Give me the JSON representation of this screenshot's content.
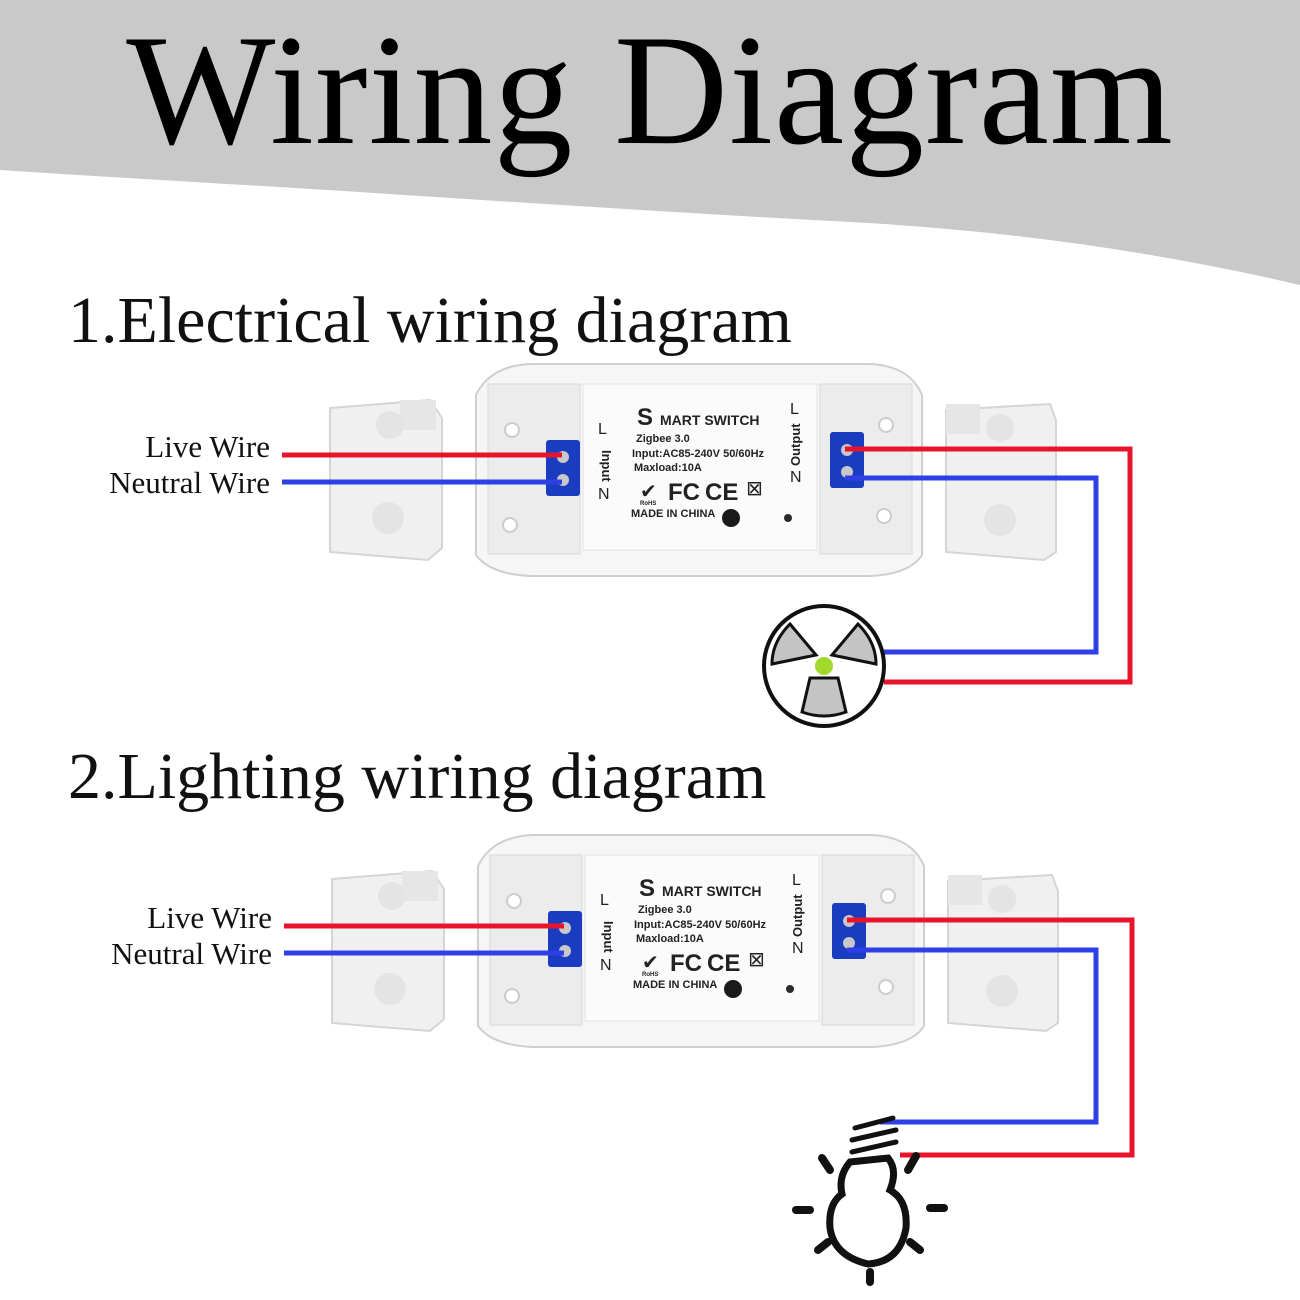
{
  "title": "Wiring Diagram",
  "colors": {
    "header_bg": "#c9c9c9",
    "live_wire": "#e8142c",
    "neutral_wire": "#2f3fe6",
    "device_body": "#f4f4f4"
  },
  "sections": [
    {
      "title": "1.Electrical wiring diagram",
      "labels": {
        "live": "Live Wire",
        "neutral": "Neutral Wire"
      },
      "load": "fan-icon"
    },
    {
      "title": "2.Lighting wiring diagram",
      "labels": {
        "live": "Live Wire",
        "neutral": "Neutral Wire"
      },
      "load": "light-bulb-icon"
    }
  ],
  "device": {
    "brand_initial": "S",
    "brand_rest": "MART SWITCH",
    "protocol": "Zigbee 3.0",
    "input": "Input:AC85-240V 50/60Hz",
    "maxload": "Maxload:10A",
    "origin": "MADE IN CHINA",
    "cert_rohs": "RoHS",
    "cert_fc": "FC",
    "cert_ce": "CE",
    "input_label": "Input",
    "output_label": "Output",
    "l": "L",
    "n": "N"
  }
}
